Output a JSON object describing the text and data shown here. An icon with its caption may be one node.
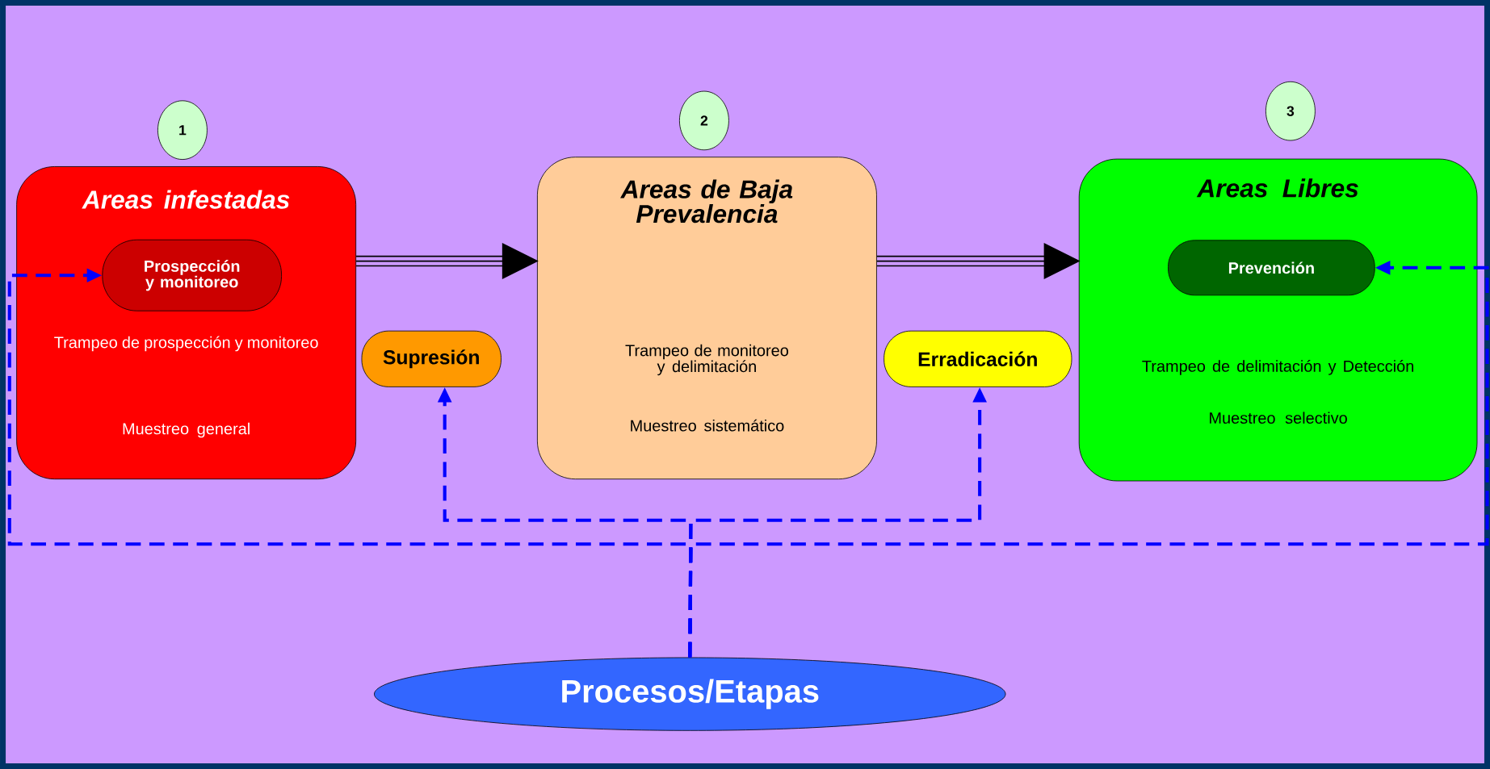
{
  "diagram": {
    "nodes": [
      {
        "text": [
          "1"
        ]
      },
      {
        "text": [
          "Areas infestadas",
          "Trampeo de prospección y monitoreo",
          "Muestreo general"
        ]
      },
      {
        "text": [
          "Prospección y monitoreo"
        ],
        "in": 1
      },
      {
        "text": [
          "2"
        ]
      },
      {
        "text": [
          "Areas de Baja Prevalencia",
          "Trampeo de monitoreo y delimitación",
          "Muestreo sistemático"
        ]
      },
      {
        "text": [
          "3"
        ]
      },
      {
        "text": [
          "Areas Libres",
          "Trampeo de delimitación y Detección",
          "Muestreo selectivo"
        ]
      },
      {
        "text": [
          "Prevención"
        ],
        "in": 6
      },
      {
        "text": [
          "Supresión"
        ]
      },
      {
        "text": [
          "Erradicación"
        ]
      },
      {
        "text": [
          "Procesos/Etapas"
        ]
      }
    ],
    "edges": [
      {
        "from": 1,
        "to": 4,
        "arrow": "to",
        "color": "#000000"
      },
      {
        "from": 4,
        "to": 6,
        "arrow": "to",
        "color": "#000000"
      },
      {
        "from": 10,
        "to": 2,
        "arrow": "to",
        "style": "dashed",
        "color": "#0000ff"
      },
      {
        "from": 10,
        "to": 8,
        "arrow": "to",
        "style": "dashed",
        "color": "#0000ff"
      },
      {
        "from": 10,
        "to": 9,
        "arrow": "to",
        "style": "dashed",
        "color": "#0000ff"
      },
      {
        "from": 10,
        "to": 7,
        "arrow": "to",
        "style": "dashed",
        "color": "#0000ff"
      }
    ]
  }
}
